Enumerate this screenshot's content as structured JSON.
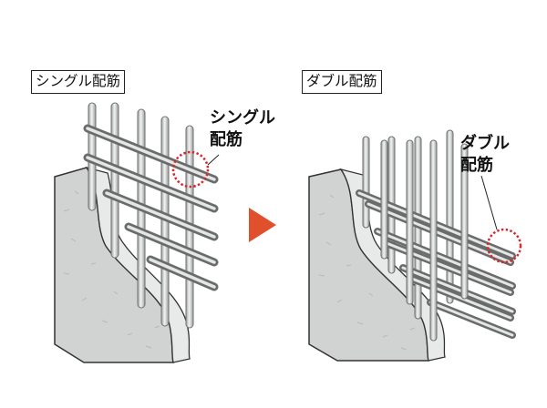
{
  "left_panel": {
    "title": "シングル配筋",
    "callout": [
      "シング",
      "ル",
      "配筋"
    ]
  },
  "right_panel": {
    "title": "ダブル配筋",
    "callout": [
      "ダブル",
      "配筋"
    ]
  },
  "colors": {
    "concrete": "#d0d3d2",
    "rebar": "#8d8f8f",
    "rebar_light": "#e6e7e7",
    "highlight": "#d6262a",
    "arrow": "#e0502c"
  }
}
